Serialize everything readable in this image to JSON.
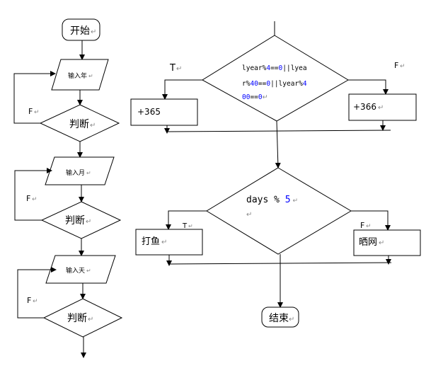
{
  "left_flow": {
    "start": "开始",
    "input_year": "输入年",
    "judge_1": "判断",
    "false_1": "F",
    "input_month": "输入月",
    "judge_2": "判断",
    "false_2": "F",
    "input_day": "输入天",
    "judge_3": "判断",
    "false_3": "F"
  },
  "right_flow": {
    "leap_condition": {
      "line1_a": "lyear%",
      "line1_num": "4",
      "line1_b": "==",
      "line1_zero": "0",
      "line1_c": "||lyea",
      "line2_a": "r%",
      "line2_num": "40",
      "line2_b": "==",
      "line2_zero": "0",
      "line2_c": "||lyear%",
      "line2_num2": "4",
      "line3_num": "00",
      "line3_b": "==",
      "line3_zero": "0"
    },
    "true_label": "T",
    "false_label": "F",
    "add_365": "+365",
    "add_366": "+366",
    "days_expr_a": "days % ",
    "days_expr_num": "5",
    "true_label_2": "T",
    "false_label_2": "F",
    "fishing": "打鱼",
    "drying_nets": "晒网",
    "end": "结束"
  },
  "colors": {
    "keyword_blue": "#0000ff",
    "paragraph_mark": "#888888"
  }
}
